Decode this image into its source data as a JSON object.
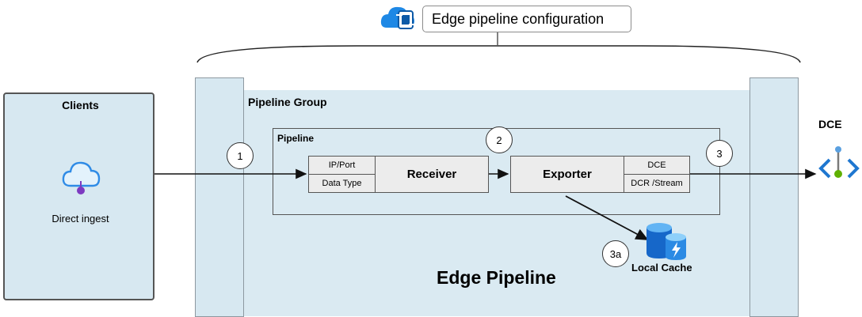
{
  "header": {
    "title": "Edge pipeline configuration",
    "icon": "cloud-config-icon"
  },
  "clients": {
    "title": "Clients",
    "item_label": "Direct ingest",
    "icon": "cloud-ingest-icon"
  },
  "pipeline_group": {
    "title": "Pipeline Group"
  },
  "pipeline": {
    "title": "Pipeline",
    "receiver": {
      "label": "Receiver",
      "fields": [
        "IP/Port",
        "Data Type"
      ]
    },
    "exporter": {
      "label": "Exporter",
      "fields": [
        "DCE",
        "DCR /Stream"
      ]
    }
  },
  "steps": [
    "1",
    "2",
    "3",
    "3a"
  ],
  "destination": {
    "label": "DCE",
    "icon": "dce-icon"
  },
  "cache": {
    "label": "Local Cache",
    "icon": "database-icon"
  },
  "edge_title": "Edge Pipeline",
  "colors": {
    "panel": "#daeaf2",
    "pillar": "#d7e8f1",
    "cell": "#ececec",
    "azure_blue": "#0078d4"
  }
}
